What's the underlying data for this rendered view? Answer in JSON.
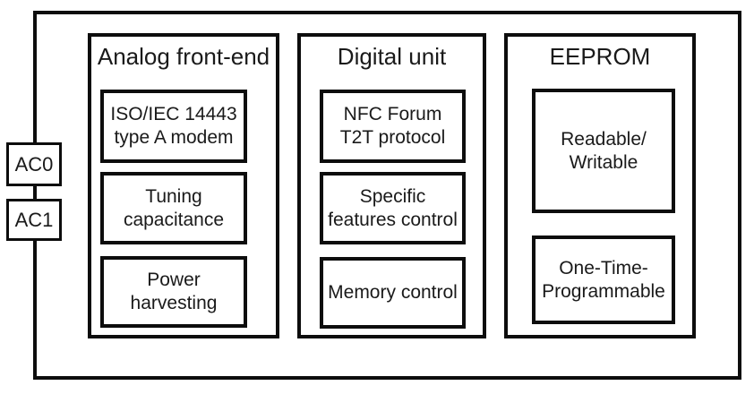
{
  "diagram": {
    "colors": {
      "border": "#0d0d0d",
      "text": "#1a1a1a",
      "background": "#ffffff"
    },
    "pins": [
      {
        "label": "AC0"
      },
      {
        "label": "AC1"
      }
    ],
    "sections": [
      {
        "title": "Analog front-end",
        "blocks": [
          {
            "label": "ISO/IEC 14443\ntype A modem"
          },
          {
            "label": "Tuning\ncapacitance"
          },
          {
            "label": "Power\nharvesting"
          }
        ]
      },
      {
        "title": "Digital unit",
        "blocks": [
          {
            "label": "NFC Forum\nT2T protocol"
          },
          {
            "label": "Specific\nfeatures control"
          },
          {
            "label": "Memory control"
          }
        ]
      },
      {
        "title": "EEPROM",
        "blocks": [
          {
            "label": "Readable/\nWritable"
          },
          {
            "label": "One-Time-\nProgrammable"
          }
        ]
      }
    ]
  }
}
